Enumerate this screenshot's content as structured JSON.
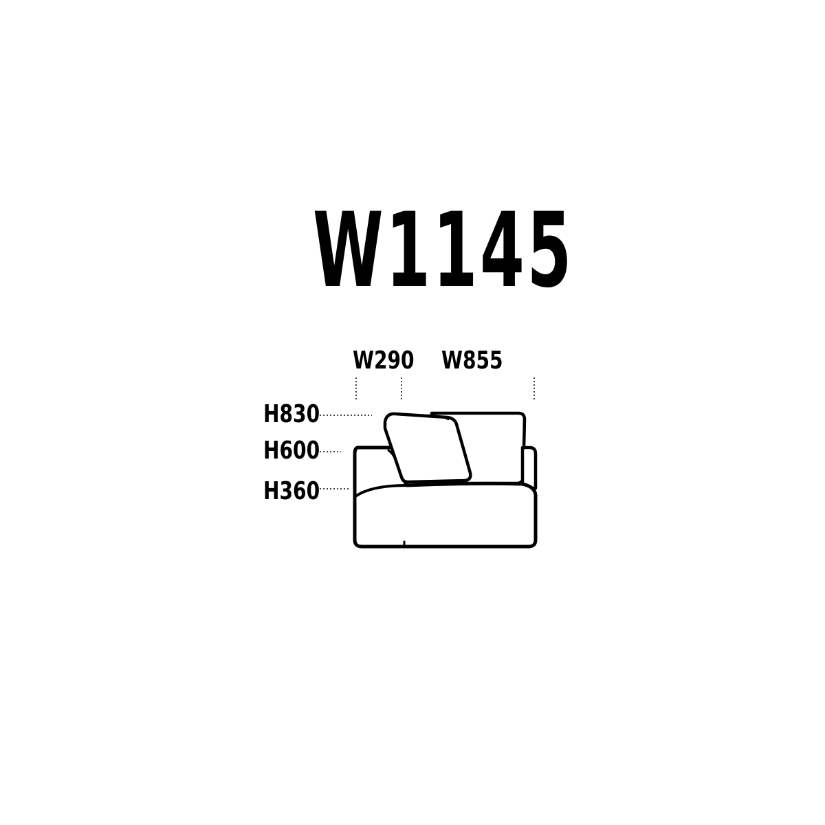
{
  "title": "W1145",
  "dimensions": {
    "width_arm": "W290",
    "width_seat": "W855",
    "height_back": "H830",
    "height_arm": "H600",
    "height_seat": "H360"
  },
  "colors": {
    "ink": "#000000",
    "background": "#ffffff"
  }
}
